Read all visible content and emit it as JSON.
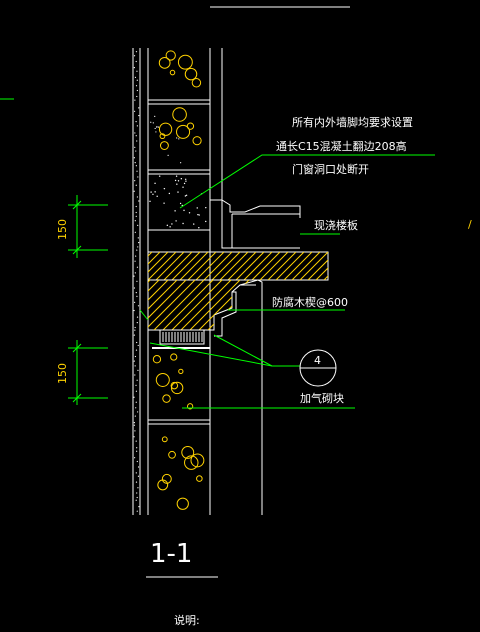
{
  "notes": {
    "requirement_line1": "所有内外墙脚均要求设置",
    "requirement_line2": "通长C15混凝土翻边208高",
    "requirement_line3": "门窗洞口处断开",
    "cast_slab": "现浇楼板",
    "wood_brick": "防腐木楔@600",
    "aerated_block": "加气砌块"
  },
  "dimensions": {
    "upper": "150",
    "lower": "150"
  },
  "detail_marker": {
    "number": "4"
  },
  "section": {
    "title": "1-1"
  },
  "footer": {
    "notes_label": "说明:"
  },
  "colors": {
    "background": "#000000",
    "wall_line": "#ffffff",
    "leader": "#00ff00",
    "dimension": "#00ff00",
    "hatch": "#ffd200",
    "aggregate": "#ffd200",
    "concrete_dots": "#ffffff"
  }
}
